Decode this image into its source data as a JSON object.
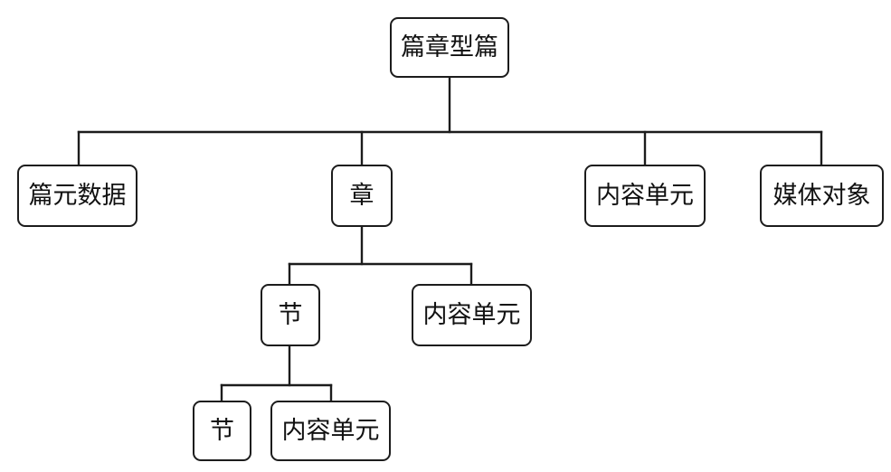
{
  "diagram": {
    "type": "tree-hierarchy",
    "title": "篇章型篇",
    "line_color": "#1c1c1c",
    "box_fill": "#ffffff",
    "text_color": "#111111",
    "nodes": [
      {
        "id": "root",
        "label": "篇章型篇",
        "level": 0
      },
      {
        "id": "meta",
        "label": "篇元数据",
        "level": 1
      },
      {
        "id": "chapter",
        "label": "章",
        "level": 1
      },
      {
        "id": "unit_r2",
        "label": "内容单元",
        "level": 1
      },
      {
        "id": "media",
        "label": "媒体对象",
        "level": 1
      },
      {
        "id": "section_r3",
        "label": "节",
        "level": 2
      },
      {
        "id": "unit_r3",
        "label": "内容单元",
        "level": 2
      },
      {
        "id": "section_r4",
        "label": "节",
        "level": 3
      },
      {
        "id": "unit_r4",
        "label": "内容单元",
        "level": 3
      }
    ],
    "edges": [
      {
        "from": "root",
        "to": "meta"
      },
      {
        "from": "root",
        "to": "chapter"
      },
      {
        "from": "root",
        "to": "unit_r2"
      },
      {
        "from": "root",
        "to": "media"
      },
      {
        "from": "chapter",
        "to": "section_r3"
      },
      {
        "from": "chapter",
        "to": "unit_r3"
      },
      {
        "from": "section_r3",
        "to": "section_r4"
      },
      {
        "from": "section_r3",
        "to": "unit_r4"
      }
    ]
  }
}
